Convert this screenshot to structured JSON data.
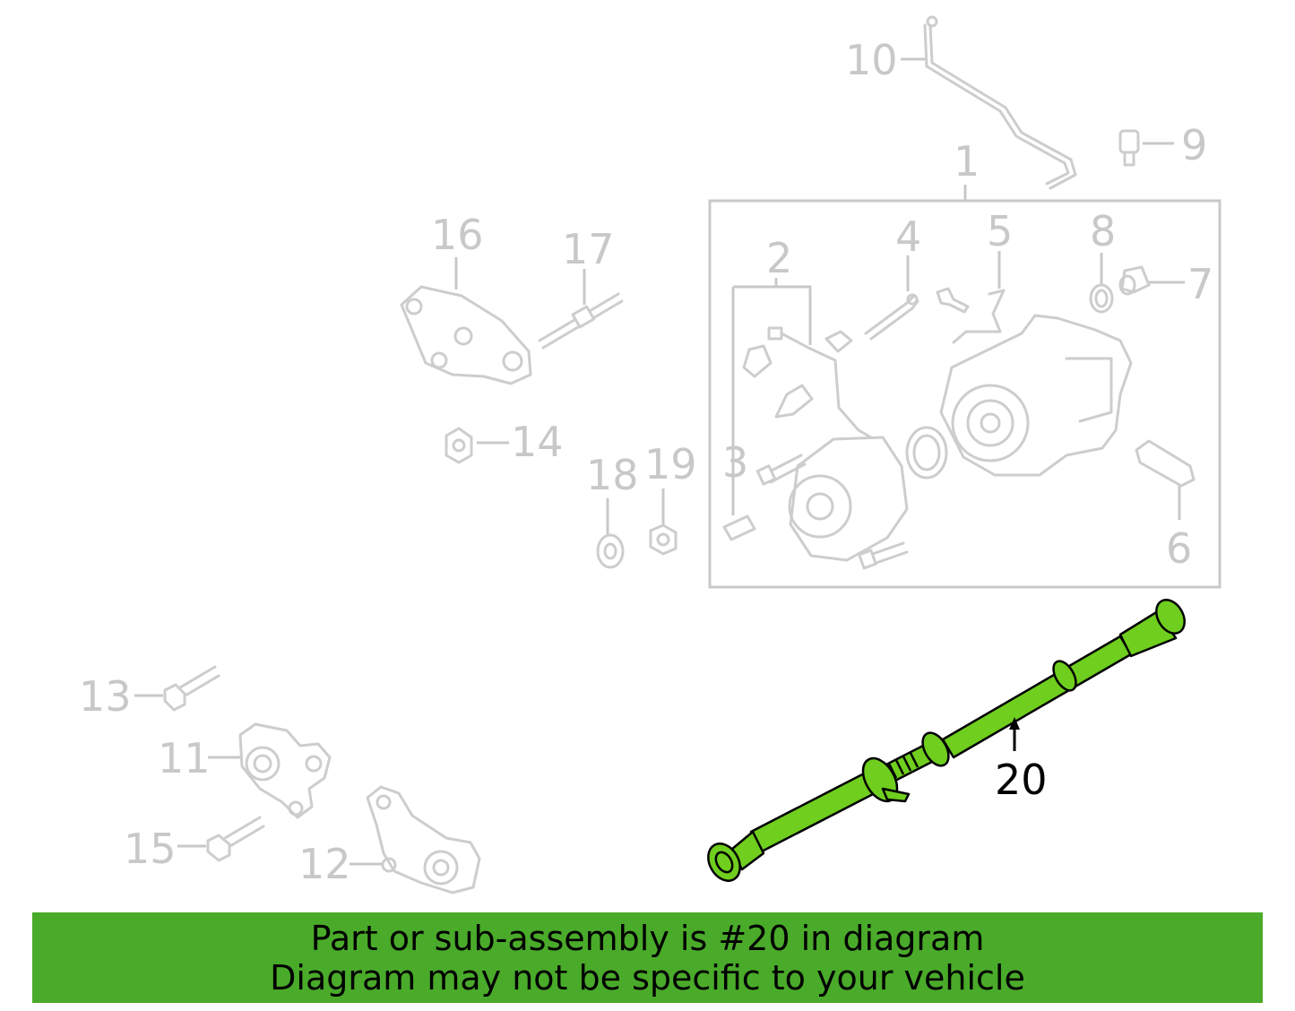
{
  "colors": {
    "highlight": "#6fce1e",
    "banner": "#4aaa2a",
    "inactive": "#c8c8c8",
    "active": "#000000"
  },
  "callouts": {
    "c1": "1",
    "c2": "2",
    "c3": "3",
    "c4": "4",
    "c5": "5",
    "c6": "6",
    "c7": "7",
    "c8": "8",
    "c9": "9",
    "c10": "10",
    "c11": "11",
    "c12": "12",
    "c13": "13",
    "c14": "14",
    "c15": "15",
    "c16": "16",
    "c17": "17",
    "c18": "18",
    "c19": "19",
    "c20": "20"
  },
  "highlighted_part": "20",
  "banner": {
    "line1": "Part or sub-assembly is #20 in diagram",
    "line2": "Diagram may not be specific to your vehicle"
  }
}
